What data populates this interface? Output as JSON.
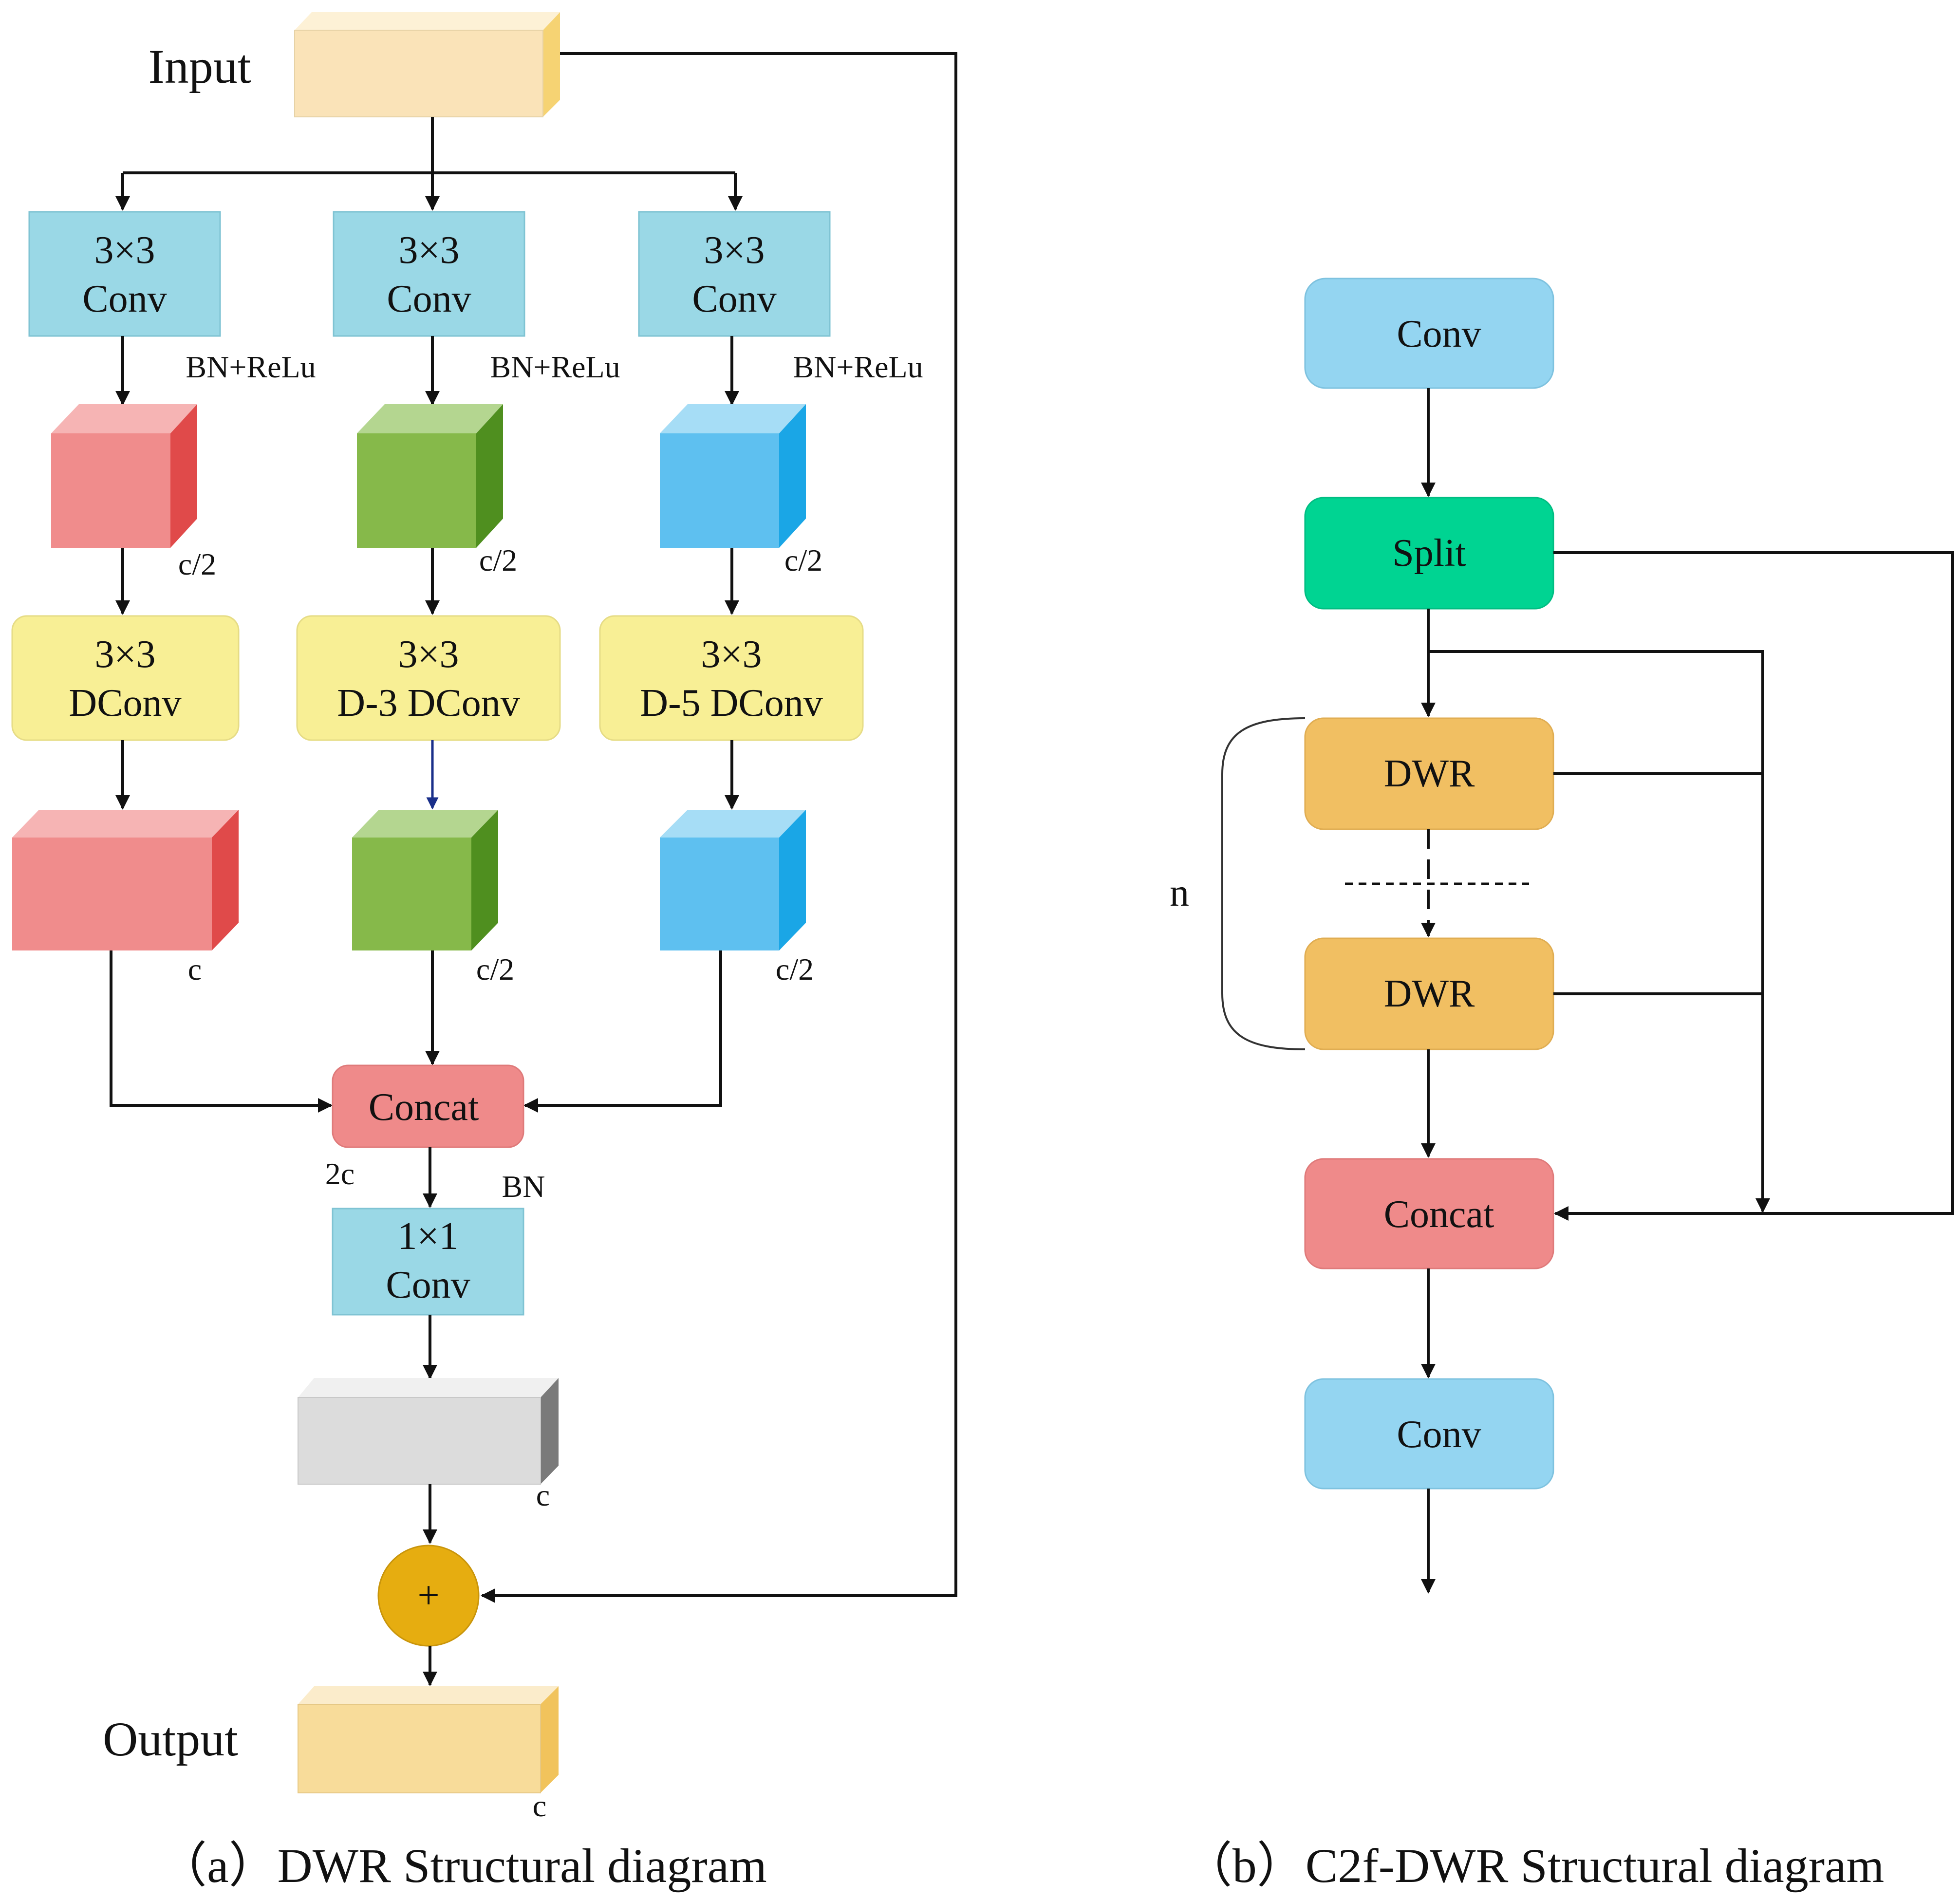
{
  "dwr": {
    "input_label": "Input",
    "output_label": "Output",
    "branch1": {
      "conv_l1": "3×3",
      "conv_l2": "Conv",
      "act": "BN+ReLu",
      "feat1": "c/2",
      "dconv_l1": "3×3",
      "dconv_l2": "DConv",
      "feat2": "c"
    },
    "branch2": {
      "conv_l1": "3×3",
      "conv_l2": "Conv",
      "act": "BN+ReLu",
      "feat1": "c/2",
      "dconv_l1": "3×3",
      "dconv_l2": "D-3 DConv",
      "feat2": "c/2"
    },
    "branch3": {
      "conv_l1": "3×3",
      "conv_l2": "Conv",
      "act": "BN+ReLu",
      "feat1": "c/2",
      "dconv_l1": "3×3",
      "dconv_l2": "D-5 DConv",
      "feat2": "c/2"
    },
    "concat": "Concat",
    "concat_dim": "2c",
    "bn": "BN",
    "conv1_l1": "1×1",
    "conv1_l2": "Conv",
    "gray_dim": "c",
    "plus": "+",
    "output_dim": "c",
    "caption": "（a）DWR Structural diagram"
  },
  "c2f": {
    "conv_top": "Conv",
    "split": "Split",
    "dwr_first": "DWR",
    "dwr_last": "DWR",
    "repeat": "n",
    "concat": "Concat",
    "conv_bottom": "Conv",
    "caption": "（b）C2f-DWR Structural diagram"
  },
  "colors": {
    "conv_blue": "#9ad8e6",
    "dconv_yellow": "#f8ef95",
    "red_cube": "#f08c8c",
    "green_cube": "#86b94a",
    "blue_cube": "#5ec0f0",
    "concat_red": "#ef8a8a",
    "split_green": "#00d492",
    "dwr_orange": "#f1bf62",
    "c2f_conv_blue": "#94d5f1",
    "plus_gold": "#e6ad10",
    "input_tan": "#fae3b8",
    "output_tan": "#f8dc9a",
    "gray": "#dcdcdc"
  }
}
